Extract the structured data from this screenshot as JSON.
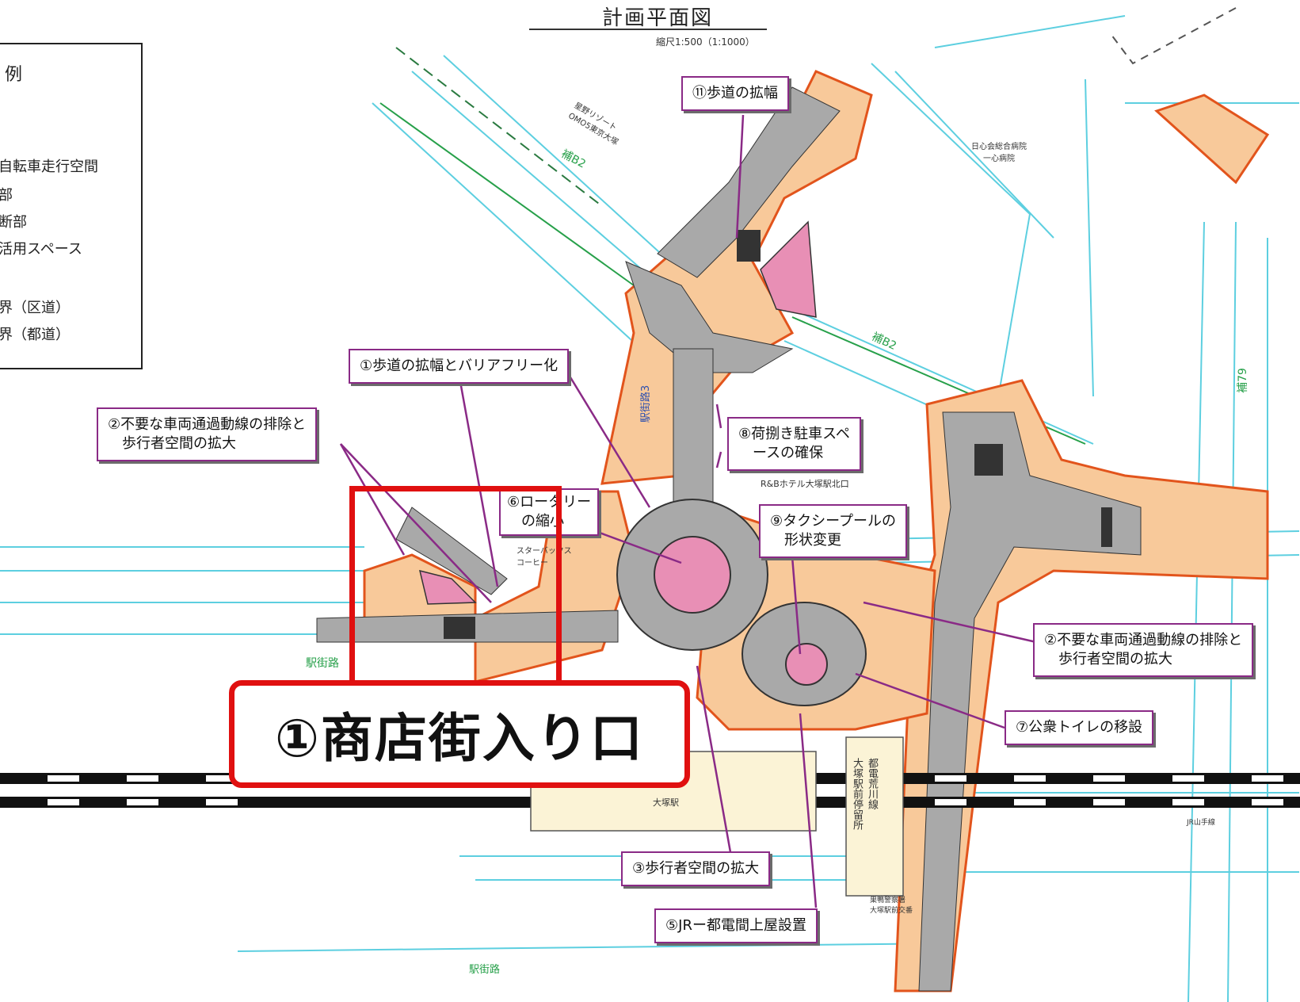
{
  "title": "計画平面図",
  "scale": "縮尺1:500（1:1000）",
  "legend": {
    "heading": "例",
    "rows": [
      "自転車走行空間",
      "部",
      "断部",
      "活用スペース",
      "界（区道）",
      "界（都道）"
    ]
  },
  "callouts": {
    "c11": "⑪歩道の拡幅",
    "c1": "①歩道の拡幅とバリアフリー化",
    "c2left": "②不要な車両通過動線の排除と\n　歩行者空間の拡大",
    "c8": "⑧荷捌き駐車スペ\n　ースの確保",
    "c6": "⑥ロータリー\n　の縮小",
    "c9": "⑨タクシープールの\n　形状変更",
    "c2right": "②不要な車両通過動線の排除と\n　歩行者空間の拡大",
    "c7": "⑦公衆トイレの移設",
    "c3": "③歩行者空間の拡大",
    "c5": "⑤JRー都電間上屋設置"
  },
  "highlight": "①商店街入り口",
  "map_labels": {
    "hotel_omo": "星野リゾート\nOMO5東京大塚",
    "hospital": "日心会総合病院\n一心病院",
    "rb_hotel": "R&Bホテル大塚駅北口",
    "starbucks": "スターバックス\nコーヒー",
    "street_top": "補B2",
    "street_mid": "補B2",
    "route3": "駅街路3",
    "ekigairo_left": "駅街路",
    "ekigairo_bottom": "駅街路",
    "otsuka_station": "大塚駅",
    "toden": "都電荒川線\n大塚駅前停留所",
    "police": "巣鴨警察署\n大塚駅前交番",
    "jr_line": "JR山手線",
    "route79": "補79"
  },
  "colors": {
    "sidewalk": "#f8c99a",
    "road": "#a9a9a9",
    "pink": "#e88fb5",
    "curb": "#e2541c",
    "cyan": "#5dcfe0",
    "callout_border": "#8a2a86",
    "highlight_red": "#e01010"
  }
}
